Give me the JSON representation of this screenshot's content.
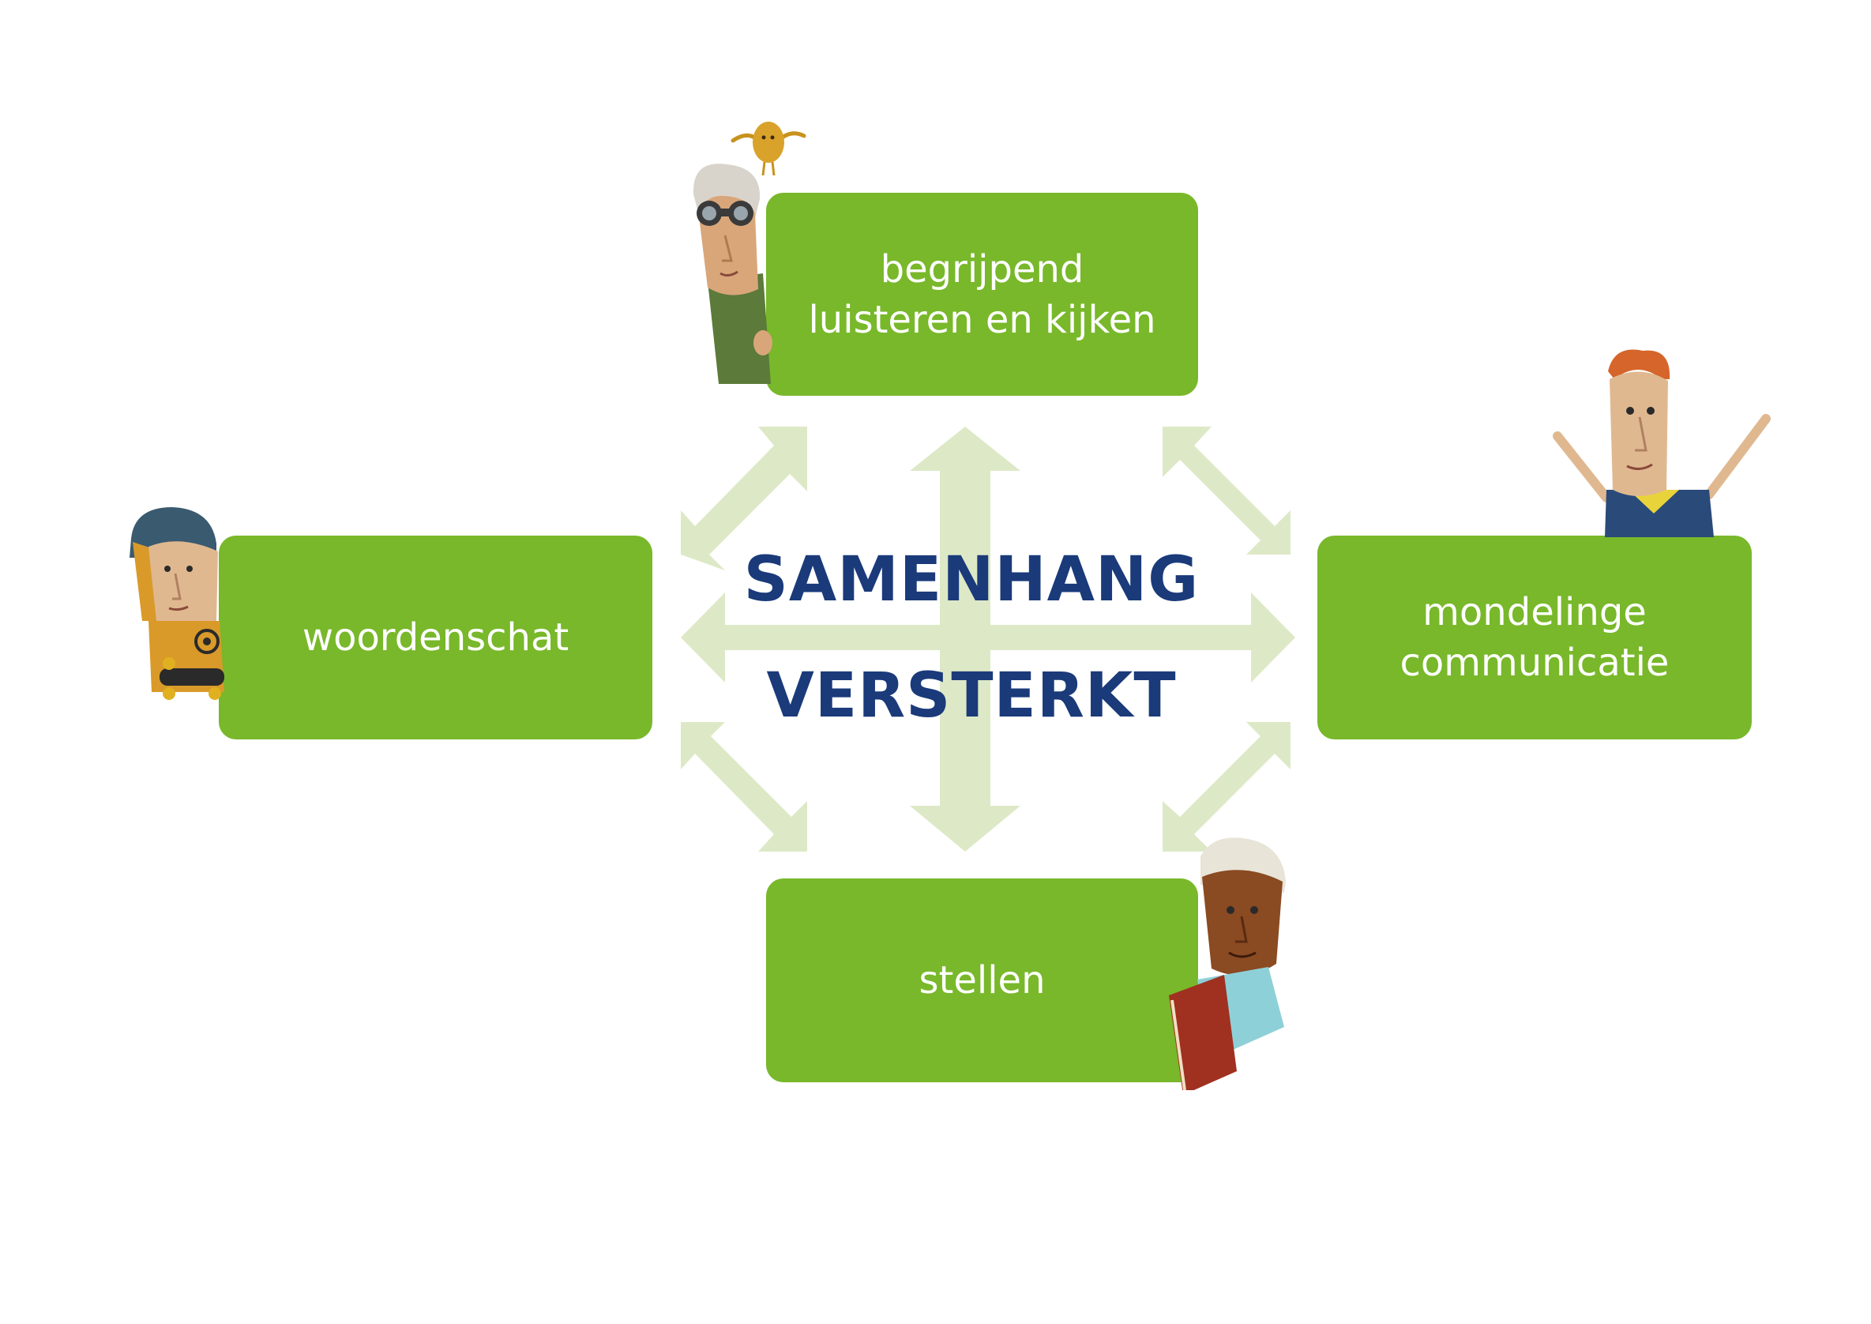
{
  "colors": {
    "box": "#78b82a",
    "arrow": "#dde9c6",
    "center_text": "#1a3a7a",
    "box_text": "#ffffff"
  },
  "center": {
    "line1": "SAMENHANG",
    "line2": "VERSTERKT"
  },
  "boxes": {
    "top": {
      "line1": "begrijpend",
      "line2": "luisteren en kijken",
      "character": "woman-with-binoculars-icon",
      "extra": "yellow-bird-icon"
    },
    "left": {
      "label": "woordenschat",
      "character": "skater-girl-icon"
    },
    "right": {
      "line1": "mondelinge",
      "line2": "communicatie",
      "character": "cheering-boy-icon"
    },
    "bottom": {
      "label": "stellen",
      "character": "boy-with-book-icon"
    }
  }
}
